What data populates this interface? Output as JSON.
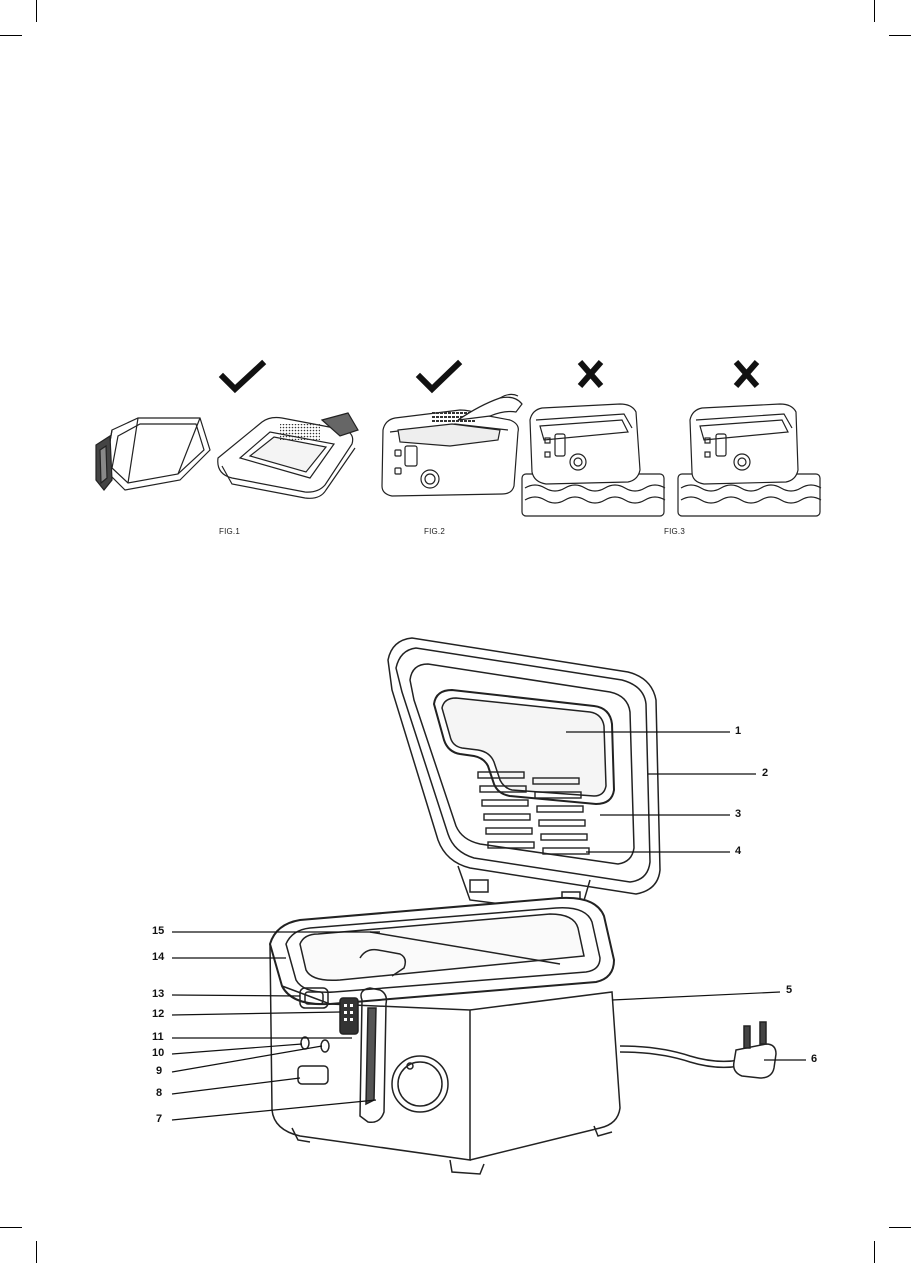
{
  "figures": [
    {
      "label": "FIG.1",
      "mark": "check"
    },
    {
      "label": "FIG.2",
      "mark": "check"
    },
    {
      "label": "FIG.3",
      "marks": [
        "cross",
        "cross"
      ]
    }
  ],
  "callouts": [
    "1",
    "2",
    "3",
    "4",
    "5",
    "6",
    "7",
    "8",
    "9",
    "10",
    "11",
    "12",
    "13",
    "14",
    "15"
  ],
  "icons": {
    "correct": "check-icon",
    "incorrect": "cross-icon"
  }
}
